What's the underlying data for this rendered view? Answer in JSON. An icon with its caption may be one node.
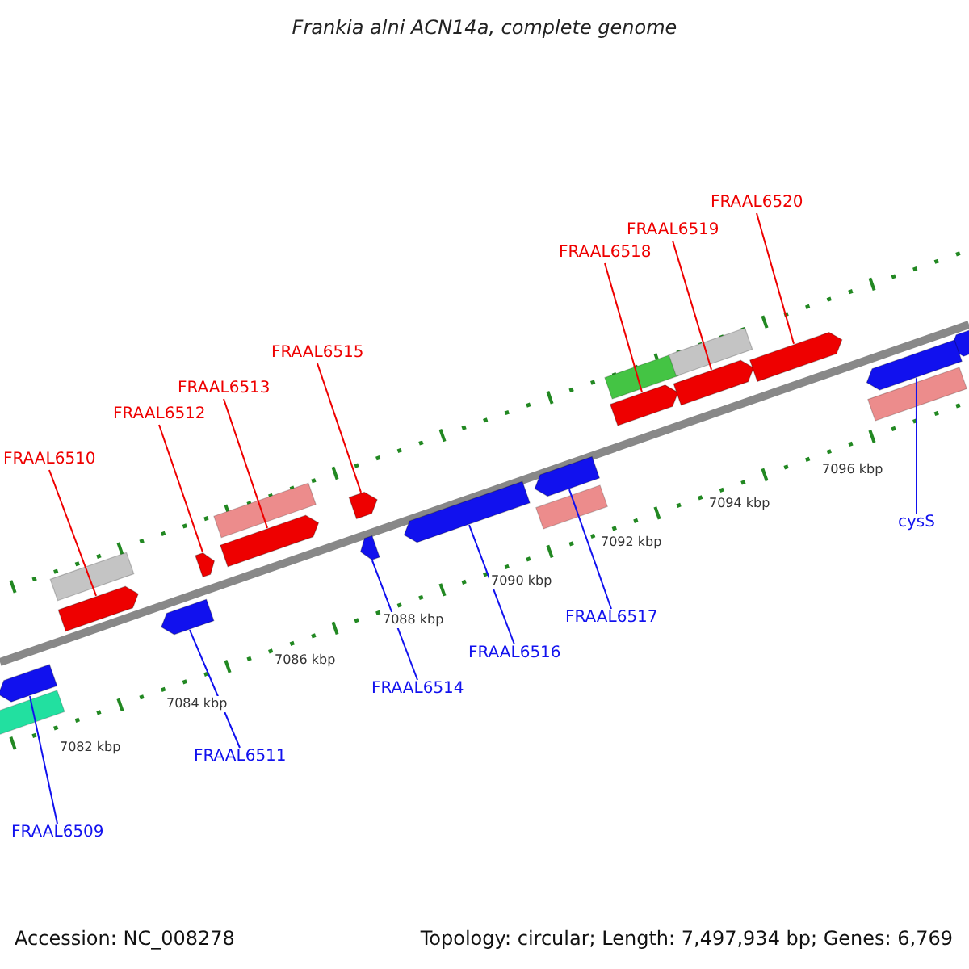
{
  "diagram": {
    "title": "Frankia alni ACN14a, complete genome",
    "nodes": [
      {
        "text": [
          "FRAAL6509"
        ]
      },
      {
        "text": [],
        "shape": "arrow"
      },
      {
        "text": [
          "FRAAL6510"
        ]
      },
      {
        "text": [],
        "shape": "arrow"
      },
      {
        "text": [
          "FRAAL6511"
        ]
      },
      {
        "text": [],
        "shape": "arrow"
      },
      {
        "text": [
          "FRAAL6512"
        ]
      },
      {
        "text": [],
        "shape": "arrow"
      },
      {
        "text": [
          "FRAAL6513"
        ]
      },
      {
        "text": [],
        "shape": "arrow"
      },
      {
        "text": [
          "FRAAL6514"
        ]
      },
      {
        "text": [],
        "shape": "arrow"
      },
      {
        "text": [
          "FRAAL6515"
        ]
      },
      {
        "text": [],
        "shape": "arrow"
      },
      {
        "text": [
          "FRAAL6516"
        ]
      },
      {
        "text": [],
        "shape": "arrow"
      },
      {
        "text": [
          "FRAAL6517"
        ]
      },
      {
        "text": [],
        "shape": "arrow"
      },
      {
        "text": [
          "FRAAL6518"
        ]
      },
      {
        "text": [],
        "shape": "arrow"
      },
      {
        "text": [
          "FRAAL6519"
        ]
      },
      {
        "text": [],
        "shape": "arrow"
      },
      {
        "text": [
          "FRAAL6520"
        ]
      },
      {
        "text": [],
        "shape": "arrow"
      },
      {
        "text": [
          "cysS"
        ]
      },
      {
        "text": [],
        "shape": "arrow"
      }
    ],
    "edges": [
      {
        "from": 0,
        "to": 1,
        "arrow": "none",
        "color": "#1111ee"
      },
      {
        "from": 2,
        "to": 3,
        "arrow": "none"
      },
      {
        "from": 4,
        "to": 5,
        "arrow": "none",
        "color": "#1111ee"
      },
      {
        "from": 6,
        "to": 7,
        "arrow": "none"
      },
      {
        "from": 8,
        "to": 9,
        "arrow": "none"
      },
      {
        "from": 10,
        "to": 11,
        "arrow": "none",
        "color": "#1111ee"
      },
      {
        "from": 12,
        "to": 13,
        "arrow": "none"
      },
      {
        "from": 14,
        "to": 15,
        "arrow": "none",
        "color": "#1111ee"
      },
      {
        "from": 16,
        "to": 17,
        "arrow": "none",
        "color": "#1111ee"
      },
      {
        "from": 18,
        "to": 19,
        "arrow": "none"
      },
      {
        "from": 20,
        "to": 21,
        "arrow": "none"
      },
      {
        "from": 22,
        "to": 23,
        "arrow": "none"
      },
      {
        "from": 24,
        "to": 25,
        "arrow": "none",
        "color": "#1111ee"
      }
    ],
    "labels": [
      "7082 kbp",
      "7084 kbp",
      "7086 kbp",
      "7088 kbp",
      "7090 kbp",
      "7092 kbp",
      "7094 kbp",
      "7096 kbp",
      "Accession: NC_008278",
      "Topology: circular; Length: 7,497,934 bp; Genes: 6,769"
    ]
  }
}
